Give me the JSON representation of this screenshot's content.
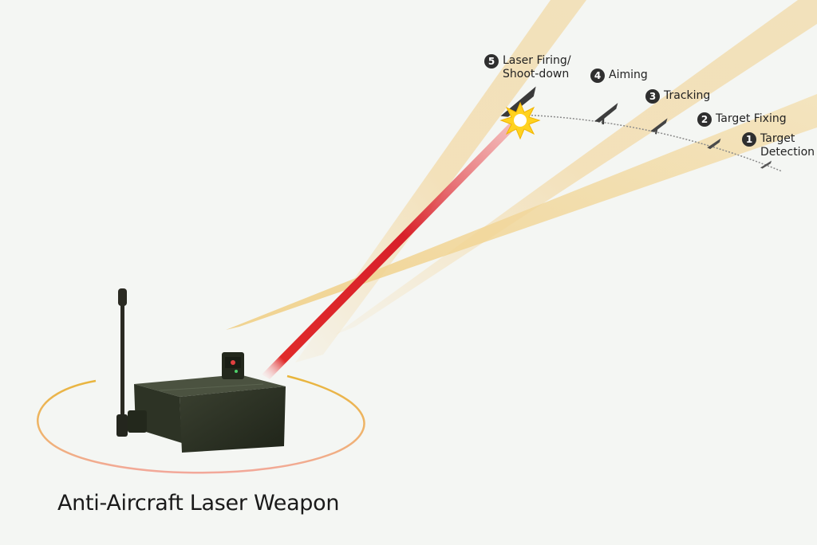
{
  "title": "Anti-Aircraft Laser Weapon",
  "steps": [
    {
      "number": "1",
      "label": "Target\nDetection"
    },
    {
      "number": "2",
      "label": "Target Fixing"
    },
    {
      "number": "3",
      "label": "Tracking"
    },
    {
      "number": "4",
      "label": "Aiming"
    },
    {
      "number": "5",
      "label": "Laser Firing/\nShoot-down"
    }
  ],
  "colors": {
    "background": "#f4f6f3",
    "beam": "#f3ddb0",
    "laser": "#d8202a",
    "ring_outer": "#e8b53a",
    "ring_inner": "#f2a89a",
    "device": "#2d3325",
    "number_badge": "#2f2f2f"
  },
  "icons": {
    "drone": "drone-icon",
    "explosion": "explosion-icon",
    "laser_weapon": "laser-weapon-icon",
    "antenna": "antenna-icon"
  }
}
